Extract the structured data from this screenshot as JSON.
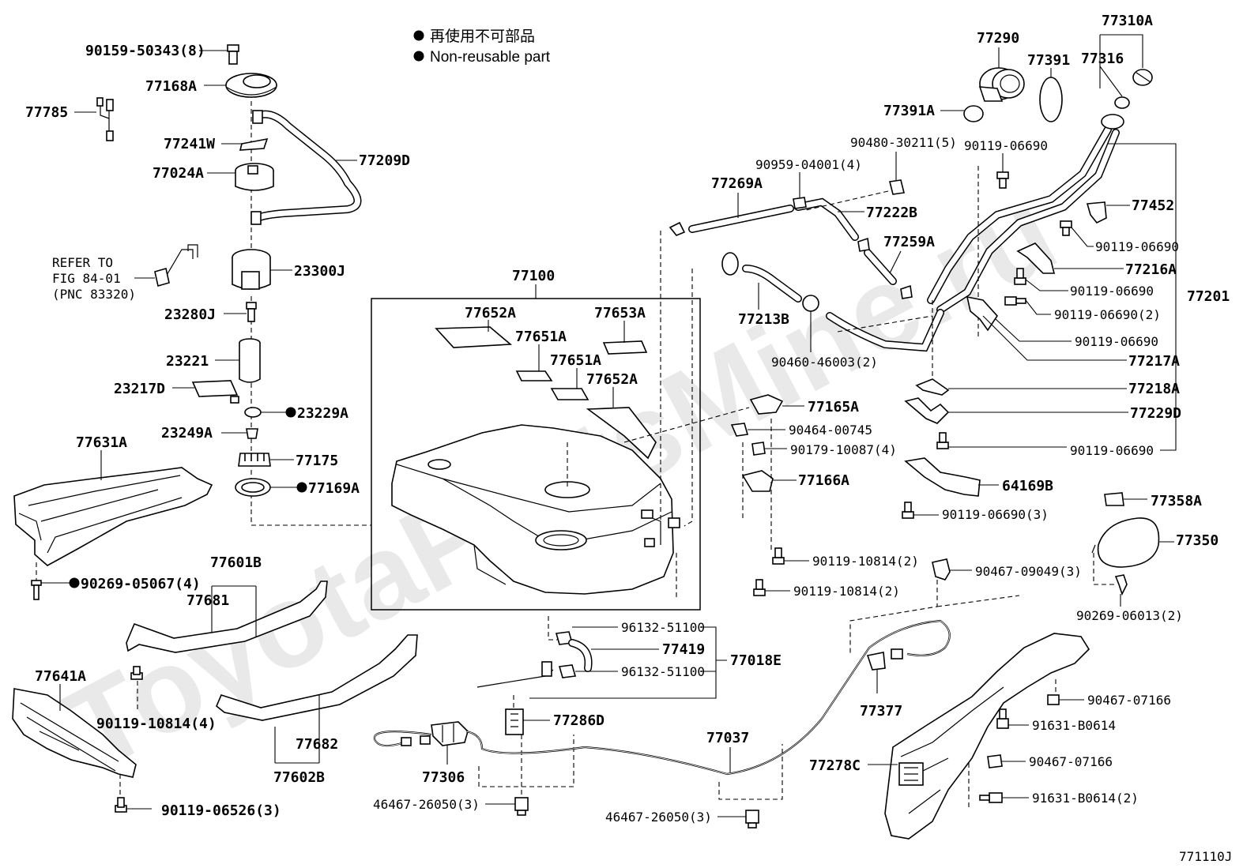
{
  "legend": {
    "jp": "再使用不可部品",
    "en": "Non-reusable part"
  },
  "watermark": "ToyotaPartsMine.ru",
  "figure_code": "771110J",
  "refer_note": {
    "line1": "REFER TO",
    "line2": "FIG 84-01",
    "line3": "(PNC 83320)"
  },
  "labels": {
    "p90159": "90159-50343(8)",
    "p77168A": "77168A",
    "p77785": "77785",
    "p77241W": "77241W",
    "p77209D": "77209D",
    "p77024A": "77024A",
    "p23300J": "23300J",
    "p23280J": "23280J",
    "p23221": "23221",
    "p23217D": "23217D",
    "p23229A": "23229A",
    "p23249A": "23249A",
    "p77175": "77175",
    "p77169A": "77169A",
    "p77631A": "77631A",
    "p90269_05067": "90269-05067(4)",
    "p77100": "77100",
    "p77652A_1": "77652A",
    "p77651A_1": "77651A",
    "p77651A_2": "77651A",
    "p77653A": "77653A",
    "p77652A_2": "77652A",
    "p77601B": "77601B",
    "p77681": "77681",
    "p77641A": "77641A",
    "p90119_10814_4": "90119-10814(4)",
    "p77682": "77682",
    "p77602B": "77602B",
    "p90119_06526": "90119-06526(3)",
    "p77290": "77290",
    "p77391": "77391",
    "p77310A": "77310A",
    "p77316": "77316",
    "p77391A": "77391A",
    "p90480": "90480-30211(5)",
    "p90119_06690_a": "90119-06690",
    "p90959": "90959-04001(4)",
    "p77269A": "77269A",
    "p77222B": "77222B",
    "p77452": "77452",
    "p77259A": "77259A",
    "p90119_06690_b": "90119-06690",
    "p77216A": "77216A",
    "p90119_06690_c": "90119-06690",
    "p77201": "77201",
    "p77213B": "77213B",
    "p90119_06690_2a": "90119-06690(2)",
    "p90119_06690_d": "90119-06690",
    "p90460": "90460-46003(2)",
    "p77217A": "77217A",
    "p77218A": "77218A",
    "p77165A": "77165A",
    "p77229D": "77229D",
    "p90464": "90464-00745",
    "p90179": "90179-10087(4)",
    "p90119_06690_e": "90119-06690",
    "p77166A": "77166A",
    "p64169B": "64169B",
    "p90119_06690_3": "90119-06690(3)",
    "p77358A": "77358A",
    "p77350": "77350",
    "p90119_10814_2a": "90119-10814(2)",
    "p90467_09049": "90467-09049(3)",
    "p90119_10814_2b": "90119-10814(2)",
    "p90269_06013": "90269-06013(2)",
    "p96132_a": "96132-51100",
    "p77419": "77419",
    "p77018E": "77018E",
    "p96132_b": "96132-51100",
    "p77377": "77377",
    "p90467_07166_a": "90467-07166",
    "p77286D": "77286D",
    "p91631_B0614": "91631-B0614",
    "p77037": "77037",
    "p77306": "77306",
    "p77278C": "77278C",
    "p90467_07166_b": "90467-07166",
    "p46467_a": "46467-26050(3)",
    "p46467_b": "46467-26050(3)",
    "p91631_B0614_2": "91631-B0614(2)"
  }
}
